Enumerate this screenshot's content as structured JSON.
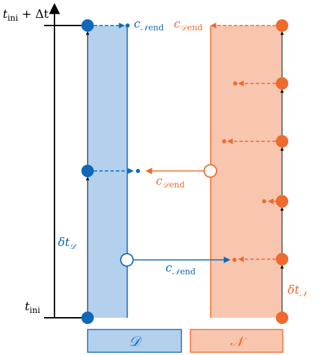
{
  "colors": {
    "axis": "#000000",
    "blue": "#0f68b8",
    "blue_fill": "#b3d0ec",
    "orange": "#ef6a2d",
    "orange_fill": "#f8c5ae",
    "hollow": "#ffffff"
  },
  "time_axis": {
    "top": {
      "main": "t",
      "sub": "ini",
      "suffix": " + Δt"
    },
    "bottom": {
      "main": "t",
      "sub": "ini"
    }
  },
  "regions": {
    "D": {
      "legend": "𝒟"
    },
    "N": {
      "legend": "𝒩"
    }
  },
  "labels": {
    "c_N_end_top": {
      "main": "c",
      "sub": "𝒩",
      "sub2": "end"
    },
    "c_D_end_top": {
      "main": "c",
      "sub": "𝒟",
      "sub2": "end"
    },
    "c_D_end_mid": {
      "main": "c",
      "sub": "𝒟",
      "sub2": "end"
    },
    "c_N_end_low": {
      "main": "c",
      "sub": "𝒩",
      "sub2": "end"
    },
    "delta_t_D": {
      "main": "δt",
      "sub": "𝒟"
    },
    "delta_t_N": {
      "main": "δt",
      "sub": "𝒩"
    }
  }
}
